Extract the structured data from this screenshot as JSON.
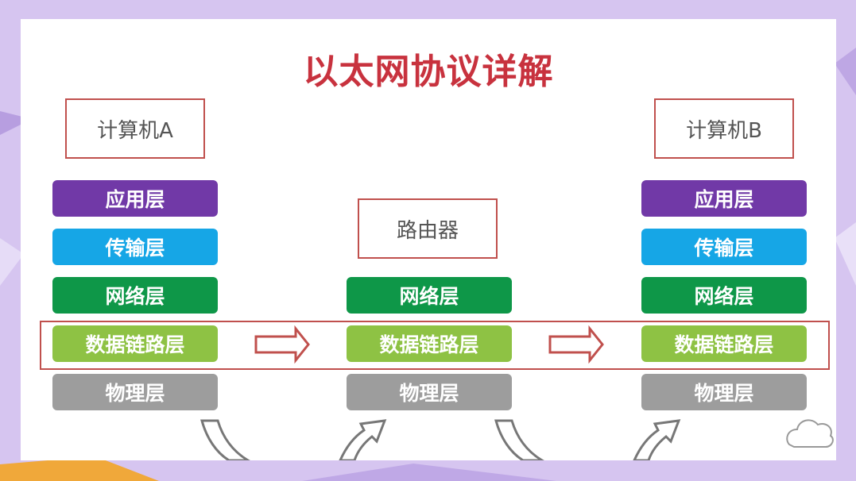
{
  "title": "以太网协议详解",
  "computer_a": {
    "label": "计算机A"
  },
  "router": {
    "label": "路由器"
  },
  "computer_b": {
    "label": "计算机B"
  },
  "layers": {
    "application": "应用层",
    "transport": "传输层",
    "network": "网络层",
    "data_link": "数据链路层",
    "physical": "物理层"
  },
  "colors": {
    "title": "#c8323e",
    "border": "#c0504d",
    "application": "#7139a7",
    "transport": "#16a6e6",
    "network": "#0e9748",
    "data_link": "#8ec244",
    "physical": "#9d9d9d"
  }
}
